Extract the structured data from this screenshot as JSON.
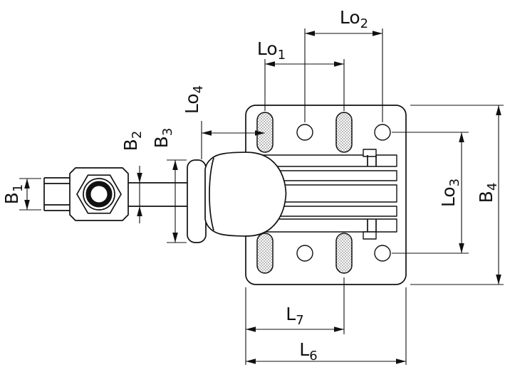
{
  "labels": {
    "lo1": {
      "main": "Lo",
      "sub": "1"
    },
    "lo2": {
      "main": "Lo",
      "sub": "2"
    },
    "lo3": {
      "main": "Lo",
      "sub": "3"
    },
    "lo4": {
      "main": "Lo",
      "sub": "4"
    },
    "b1": {
      "main": "B",
      "sub": "1"
    },
    "b2": {
      "main": "B",
      "sub": "2"
    },
    "b3": {
      "main": "B",
      "sub": "3"
    },
    "b4": {
      "main": "B",
      "sub": "4"
    },
    "l6": {
      "main": "L",
      "sub": "6"
    },
    "l7": {
      "main": "L",
      "sub": "7"
    }
  },
  "colors": {
    "line": "#111111",
    "background": "#ffffff",
    "hatch": "#4d4d4d"
  }
}
